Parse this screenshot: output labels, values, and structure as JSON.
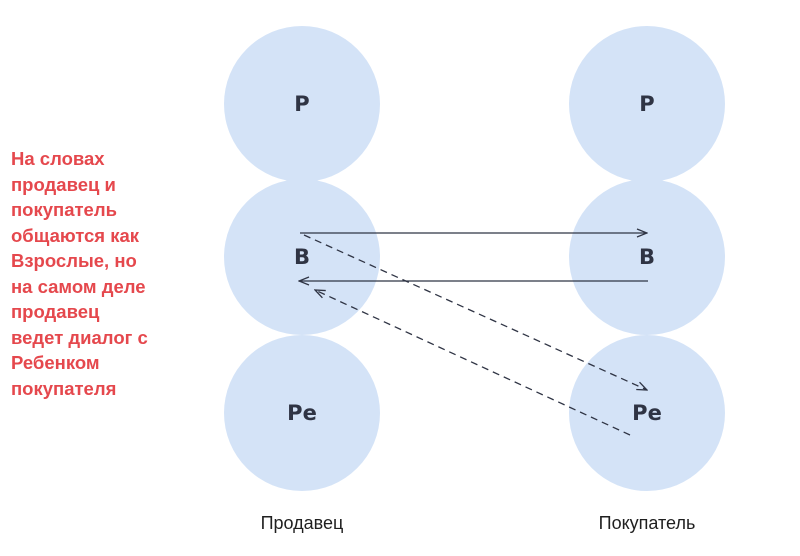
{
  "note": "На словах\nпродавец и\nпокупатель\nобщаются как\nВзрослые, но\nна самом деле\nпродавец\nведет диалог с\nРебенком\nпокупателя",
  "seller": {
    "label": "Продавец",
    "states": {
      "parent": "Р",
      "adult": "В",
      "child": "Ре"
    }
  },
  "buyer": {
    "label": "Покупатель",
    "states": {
      "parent": "Р",
      "adult": "В",
      "child": "Ре"
    }
  },
  "colors": {
    "circle": "#d4e3f7",
    "note_text": "#e5484d",
    "arrow": "#2f3444",
    "ego_label": "#2f3444"
  }
}
